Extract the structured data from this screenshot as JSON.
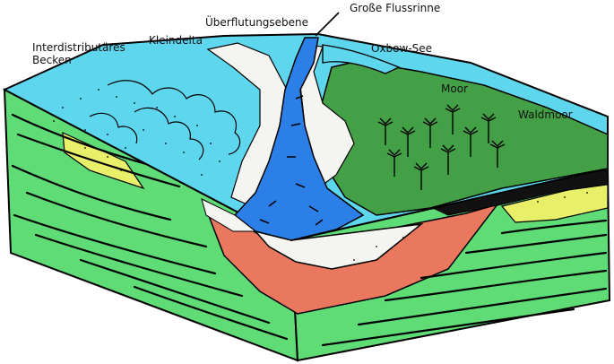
{
  "labels": {
    "interdistributaeres_becken": [
      "Interdistributäres",
      "Becken"
    ],
    "kleindelta": "Kleindelta",
    "ueberflutungsebene": "Überflutungsebene",
    "grosse_flussrinne": "Große Flussrinne",
    "oxbow_see": "Oxbow-See",
    "moor": "Moor",
    "waldmoor": "Waldmoor"
  },
  "colors": {
    "lake": "#5ed6ee",
    "channel": "#2c7fe6",
    "land_green": "#43a047",
    "section_green": "#5fdc76",
    "sand_yellow": "#e8f06a",
    "levee_white": "#f4f4f0",
    "salmon": "#e9785e",
    "peat_black": "#111111",
    "outline": "#000000"
  }
}
